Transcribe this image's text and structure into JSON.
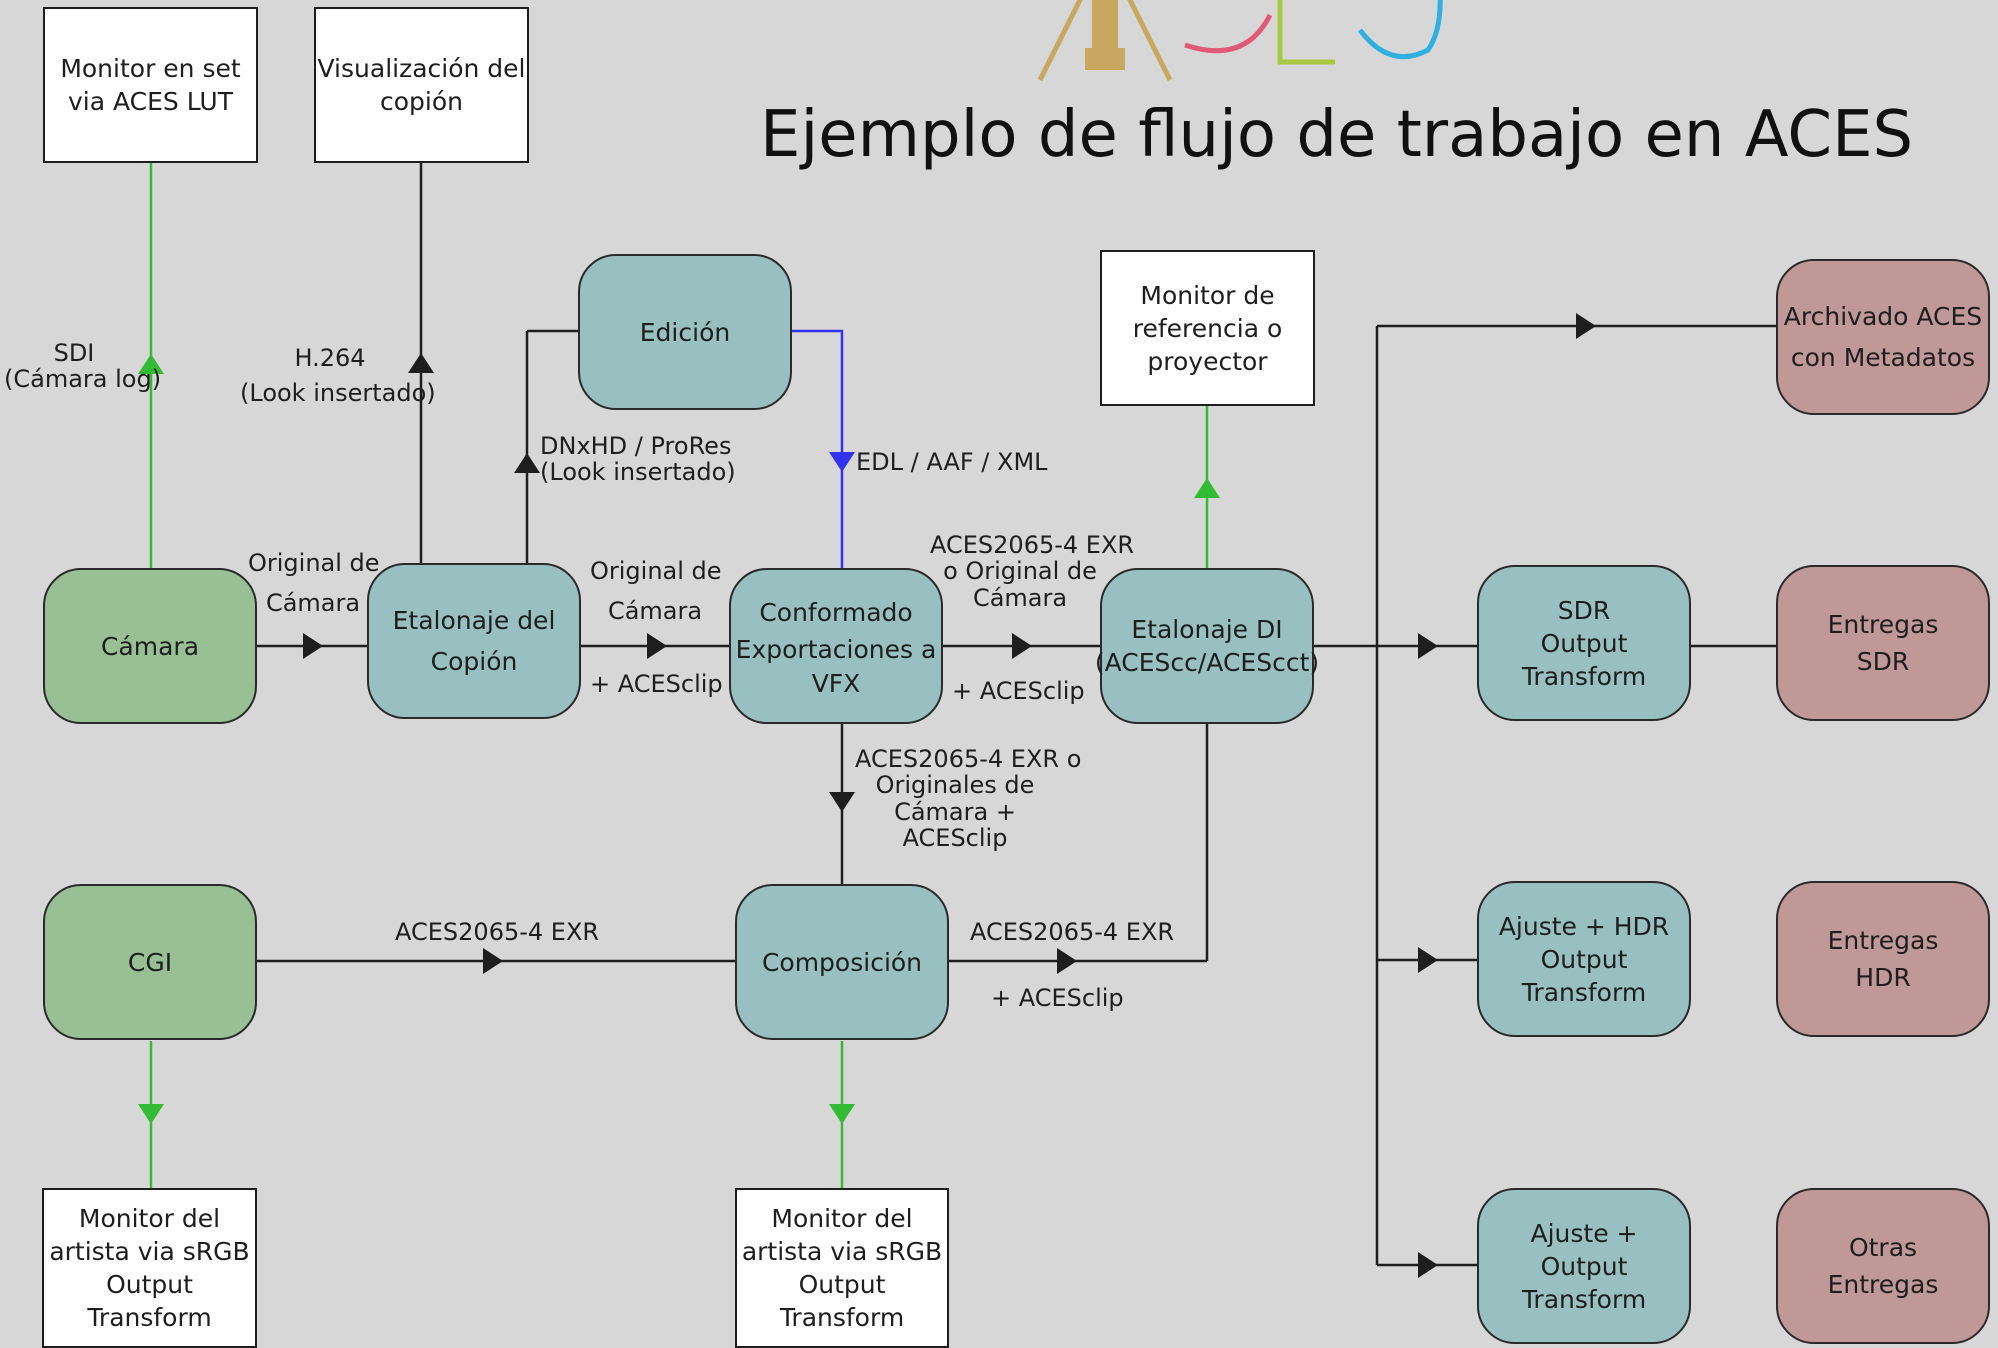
{
  "title": "Ejemplo de flujo de trabajo en ACES",
  "colors": {
    "background": "#d7d7d7",
    "camera_cgi_node": "#98c094",
    "process_node": "#98c0c0",
    "delivery_node": "#c09898",
    "display_node": "#ffffff",
    "link_green": "#33bb33",
    "link_blue": "#3333ee",
    "link_black": "#1e1e1e"
  },
  "nodes": {
    "monitor_set": [
      "Monitor en set",
      "via ACES LUT"
    ],
    "vis_copion": [
      "Visualización del",
      "copión"
    ],
    "edicion": [
      "Edición"
    ],
    "monitor_ref": [
      "Monitor de",
      "referencia o",
      "proyector"
    ],
    "archivado": [
      "Archivado  ACES",
      "con Metadatos"
    ],
    "camara": [
      "Cámara"
    ],
    "etalonaje_copion": [
      "Etalonaje del",
      "Copión"
    ],
    "conformado": [
      "Conformado",
      "Exportaciones a",
      "VFX"
    ],
    "etalonaje_di": [
      "Etalonaje DI",
      "(ACEScc/ACEScct)"
    ],
    "sdr_ot": [
      "SDR",
      "Output Transform"
    ],
    "entregas_sdr": [
      "Entregas",
      "SDR"
    ],
    "cgi": [
      "CGI"
    ],
    "composicion": [
      "Composición"
    ],
    "hdr_ot": [
      "Ajuste + HDR",
      "Output Transform"
    ],
    "entregas_hdr": [
      "Entregas",
      "HDR"
    ],
    "ajuste_ot": [
      "Ajuste +",
      "Output Transform"
    ],
    "otras_entregas": [
      "Otras",
      "Entregas"
    ],
    "monitor_artista_cgi": [
      "Monitor del",
      "artista via sRGB",
      "Output",
      "Transform"
    ],
    "monitor_artista_comp": [
      "Monitor del",
      "artista via sRGB",
      "Output",
      "Transform"
    ]
  },
  "edges": {
    "sdi": [
      "SDI",
      "(Cámara log)"
    ],
    "h264": [
      "H.264",
      "(Look insertado)"
    ],
    "dnxhd": [
      "DNxHD / ProRes",
      "(Look insertado)"
    ],
    "edl": [
      "EDL / AAF / XML"
    ],
    "orig_camara_1": [
      "Original de",
      "Cámara"
    ],
    "orig_camara_2": [
      "Original de",
      "Cámara"
    ],
    "acesclip_1": [
      "+ ACESclip"
    ],
    "aces_exr_orig": [
      "ACES2065-4 EXR",
      "o Original de",
      "Cámara"
    ],
    "acesclip_2": [
      "+ ACESclip"
    ],
    "aces_exr_origs": [
      "ACES2065-4 EXR o",
      "Originales de",
      "Cámara +",
      "ACESclip"
    ],
    "cgi_exr": [
      "ACES2065-4 EXR"
    ],
    "comp_exr": [
      "ACES2065-4 EXR"
    ],
    "acesclip_3": [
      "+ ACESclip"
    ]
  }
}
